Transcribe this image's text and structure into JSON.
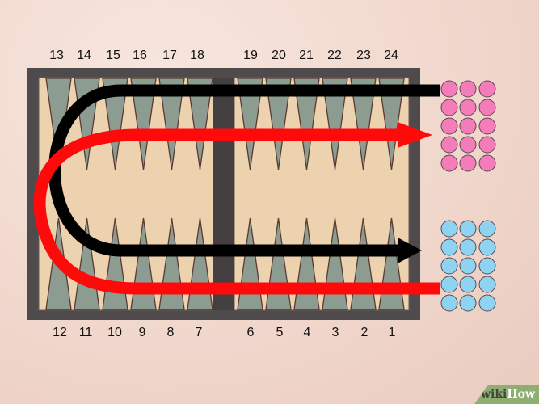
{
  "top_numbers": [
    "13",
    "14",
    "15",
    "16",
    "17",
    "18",
    "19",
    "20",
    "21",
    "22",
    "23",
    "24"
  ],
  "bottom_numbers": [
    "12",
    "11",
    "10",
    "9",
    "8",
    "7",
    "6",
    "5",
    "4",
    "3",
    "2",
    "1"
  ],
  "watermark": {
    "prefix": "wiki",
    "suffix": "How"
  },
  "colors": {
    "frame": "#4f4a4b",
    "board": "#ecd2ae",
    "triangle": "#8c9c90",
    "triangle_outline": "#5a3a32",
    "path_black": "#000000",
    "path_red": "#ff0a0a",
    "checker_pink": "#f47cb8",
    "checker_blue": "#8fd3f2",
    "checker_outline": "#5a4a50"
  },
  "checkers": {
    "pink_count": 15,
    "blue_count": 15
  }
}
